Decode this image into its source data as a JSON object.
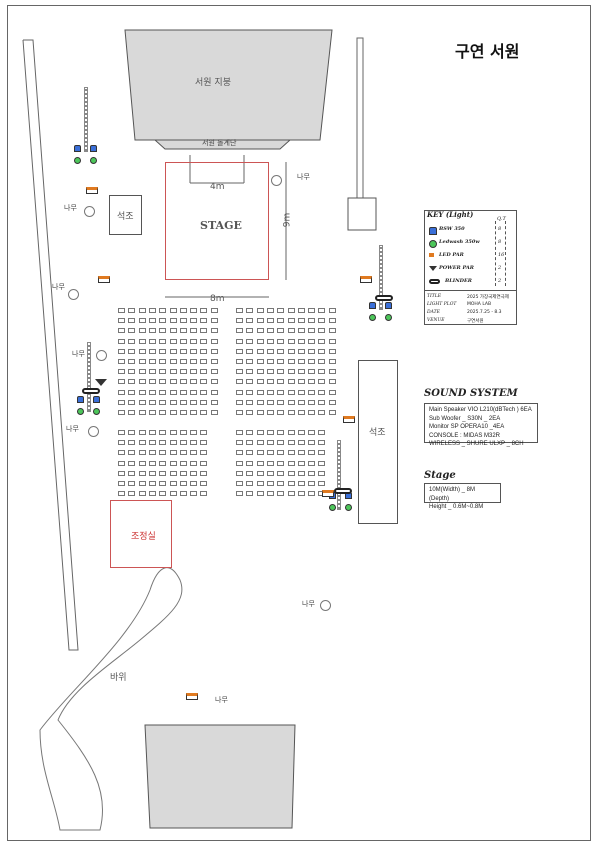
{
  "title": "구연 서원",
  "labels": {
    "top_building": "서원 지붕",
    "stage_top_bar": "서원 돌계단",
    "stage": "STAGE",
    "dim_4m": "4m",
    "dim_9m": "9m",
    "dim_8m": "8m",
    "stone_left": "석조",
    "stone_right": "석조",
    "control_room": "조정실",
    "rock": "바위",
    "tree": "나무"
  },
  "key": {
    "heading": "KEY (Light)",
    "qty_header": "Q.T",
    "items": [
      {
        "icon": "beam-fixture-icon",
        "name": "BSW 350",
        "qty": "8"
      },
      {
        "icon": "wash-fixture-icon",
        "name": "Ledwash 350w",
        "qty": "8"
      },
      {
        "icon": "led-par-icon",
        "name": "LED PAR",
        "qty": "16"
      },
      {
        "icon": "power-par-icon",
        "name": "POWER PAR",
        "qty": "2"
      },
      {
        "icon": "blinder-icon",
        "name": "BLINDER",
        "qty": "2"
      }
    ],
    "meta": [
      {
        "k": "TITLE",
        "v": "2025 가장국제연극제"
      },
      {
        "k": "LIGHT PLOT",
        "v": "MOHA LAB"
      },
      {
        "k": "DATE",
        "v": "2025.7.25 - 8.3"
      },
      {
        "k": "VENUE",
        "v": "구연서원"
      }
    ]
  },
  "sound": {
    "heading": "SOUND SYSTEM",
    "lines": [
      "Main Speaker VIO L210(dBTech ) 6EA",
      "Sub Woofer _ S30N _ 2EA",
      "Monitor SP OPERA10 _4EA",
      "CONSOLE : MIDAS M32R",
      "WIRELESS _ SHURE ULXP _ 8CH"
    ]
  },
  "stage_info": {
    "heading": "Stage",
    "lines": [
      "10M(Width) _ 8M (Depth)",
      "Height _ 0.6M~0.8M"
    ]
  },
  "colors": {
    "accent_red": "#cc4444",
    "fixture_blue": "#3a6fd8",
    "fixture_green": "#4cc65a",
    "led_orange": "#e07a20"
  }
}
